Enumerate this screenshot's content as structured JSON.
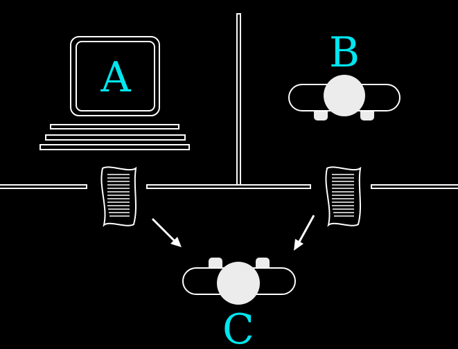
{
  "diagram": {
    "background": "#000000",
    "line_color": "#ffffff",
    "fill_light": "#ececec",
    "label_color": "#00e6f0",
    "labels": {
      "a": "A",
      "b": "B",
      "c": "C"
    },
    "nodes": {
      "a": {
        "kind": "computer-terminal"
      },
      "b": {
        "kind": "person-top-view"
      },
      "c": {
        "kind": "person-top-view"
      }
    },
    "edges": [
      {
        "from": "a",
        "to": "c",
        "via": "paper-slip"
      },
      {
        "from": "b",
        "to": "c",
        "via": "paper-slip"
      }
    ]
  }
}
